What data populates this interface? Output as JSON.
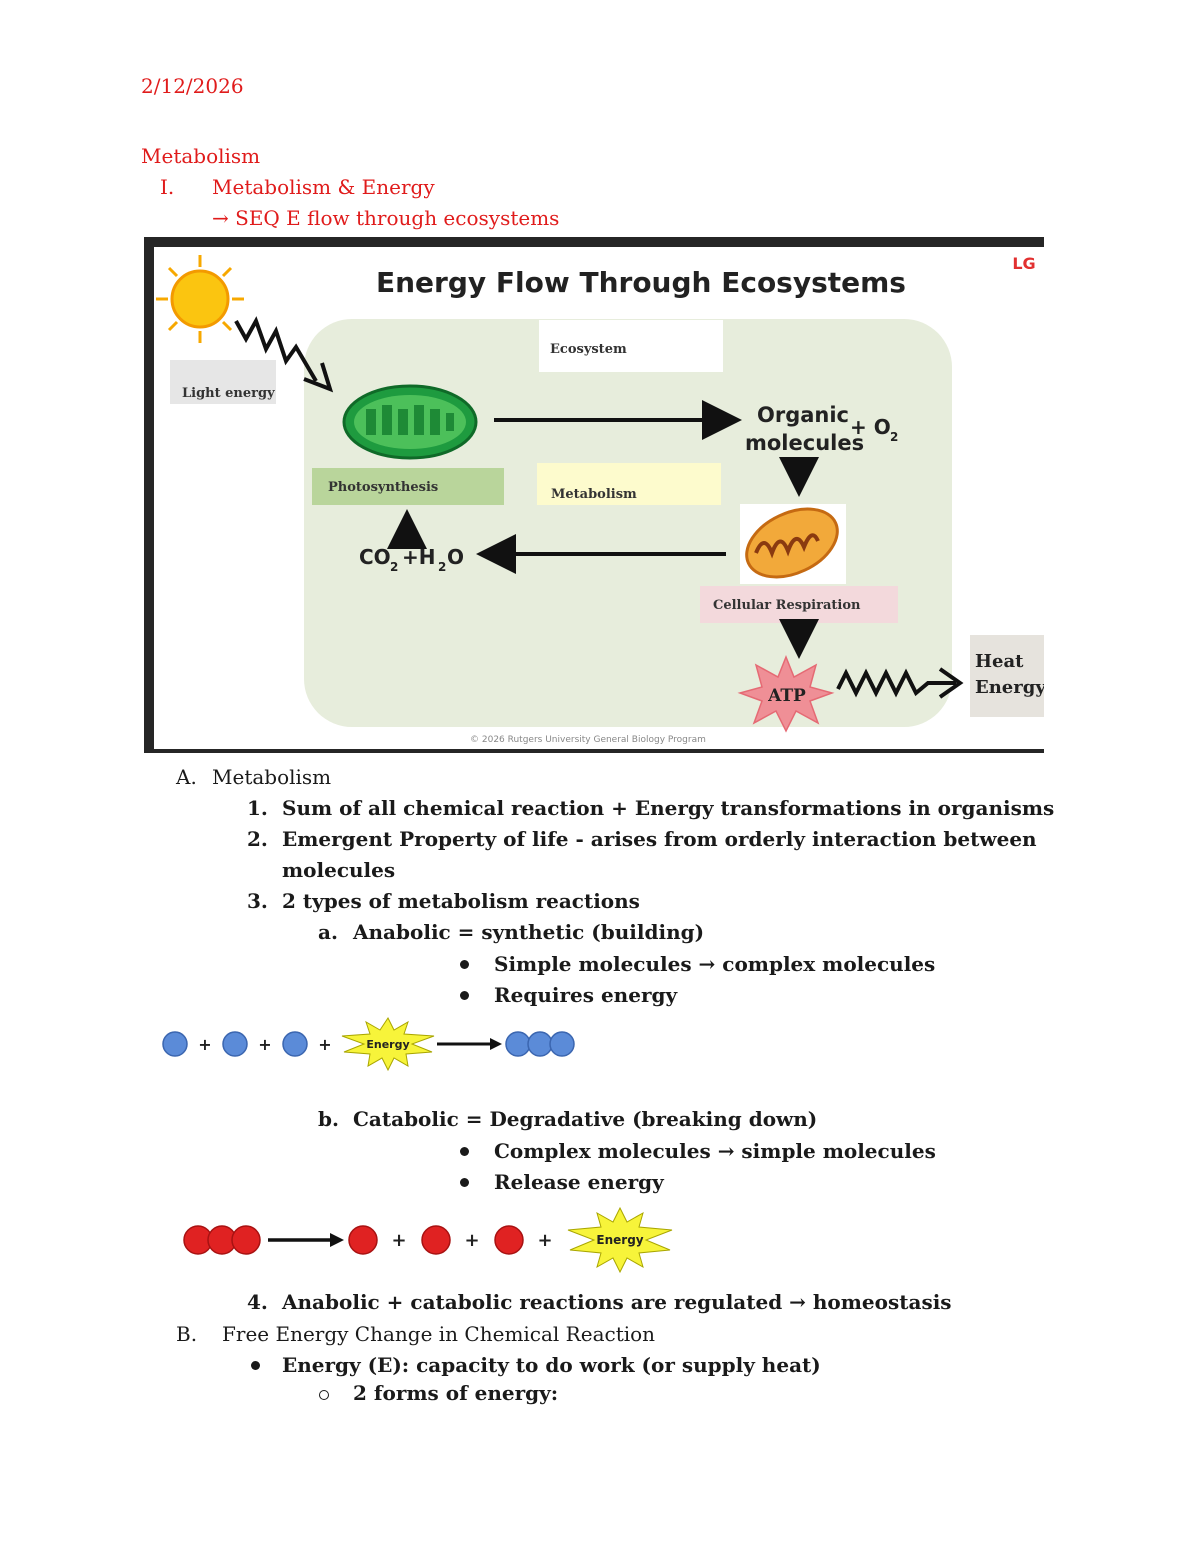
{
  "header": {
    "date": "2/12/2026"
  },
  "section": {
    "title": "Metabolism",
    "roman_marker": "I.",
    "roman_title": "Metabolism & Energy",
    "arrow_note": "→ SEQ E flow through ecosystems"
  },
  "figure": {
    "title": "Energy Flow Through Ecosystems",
    "badge": "LG",
    "light_energy": "Light energy",
    "ecosystem": "Ecosystem",
    "organic": "Organic",
    "molecules": "molecules",
    "plus_o2": "+ O",
    "o2_sub": "2",
    "photosynthesis": "Photosynthesis",
    "metabolism": "Metabolism",
    "co2_main": "CO",
    "co2_sub": "2",
    "plus_h2o": "+H",
    "h2o_sub": "2",
    "h2o_o": "O",
    "cellular_respiration": "Cellular Respiration",
    "atp": "ATP",
    "heat": "Heat",
    "energy": "Energy",
    "copyright": "© 2026 Rutgers University General Biology Program",
    "colors": {
      "panel": "#e7eddc",
      "photo_label": "#b9d59b",
      "metab_label": "#fdfbcd",
      "resp_label": "#f3d9dc",
      "atp_star": "#ef8f96"
    }
  },
  "outline_A": {
    "marker": "A.",
    "title": "Metabolism",
    "items": [
      {
        "n": "1.",
        "text": "Sum of all chemical reaction + Energy transformations in organisms"
      },
      {
        "n": "2.",
        "text": "Emergent Property of life - arises from orderly interaction between",
        "text2": "molecules"
      },
      {
        "n": "3.",
        "text": "2 types of metabolism reactions"
      }
    ],
    "anabolic": {
      "marker": "a.",
      "title": "Anabolic = synthetic (building)",
      "bullets": [
        "Simple molecules → complex molecules",
        "Requires energy"
      ]
    },
    "catabolic": {
      "marker": "b.",
      "title": "Catabolic = Degradative (breaking down)",
      "bullets": [
        "Complex molecules → simple molecules",
        "Release energy"
      ]
    },
    "item4": {
      "n": "4.",
      "text": "Anabolic + catabolic reactions are regulated → homeostasis"
    }
  },
  "reaction_diagrams": {
    "plus": "+",
    "energy_label": "Energy",
    "anabolic_color": "#5b8bd8",
    "catabolic_color": "#e02222",
    "energy_color": "#f7f43a"
  },
  "outline_B": {
    "marker": "B.",
    "title": "Free Energy Change in Chemical Reaction",
    "bullet": "Energy (E): capacity to do work (or supply heat)",
    "sub_bullet": "2 forms of energy:"
  }
}
